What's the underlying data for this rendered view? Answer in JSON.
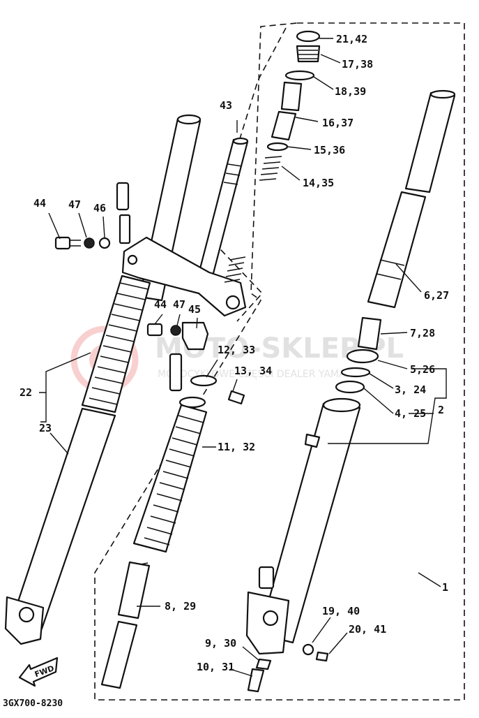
{
  "diagram": {
    "code": "3GX700-8230",
    "direction_mark": "FWD",
    "watermark": {
      "brand": "MOTO-SKLEP.PL",
      "tagline": "MOTOCYKLOWE CZĘŚCI DEALER YAMAHA"
    },
    "callouts": {
      "c1": "1",
      "c2": "2",
      "c3_24": "3, 24",
      "c4_25": "4, 25",
      "c5_26": "5,26",
      "c6_27": "6,27",
      "c7_28": "7,28",
      "c8_29": "8, 29",
      "c9_30": "9, 30",
      "c10_31": "10, 31",
      "c11_32": "11, 32",
      "c12_33": "12, 33",
      "c13_34": "13, 34",
      "c14_35": "14,35",
      "c15_36": "15,36",
      "c16_37": "16,37",
      "c17_38": "17,38",
      "c18_39": "18,39",
      "c19_40": "19, 40",
      "c20_41": "20, 41",
      "c21_42": "21,42",
      "c22": "22",
      "c23": "23",
      "c43": "43",
      "c44a": "44",
      "c44b": "44",
      "c45": "45",
      "c46": "46",
      "c47a": "47",
      "c47b": "47"
    }
  }
}
